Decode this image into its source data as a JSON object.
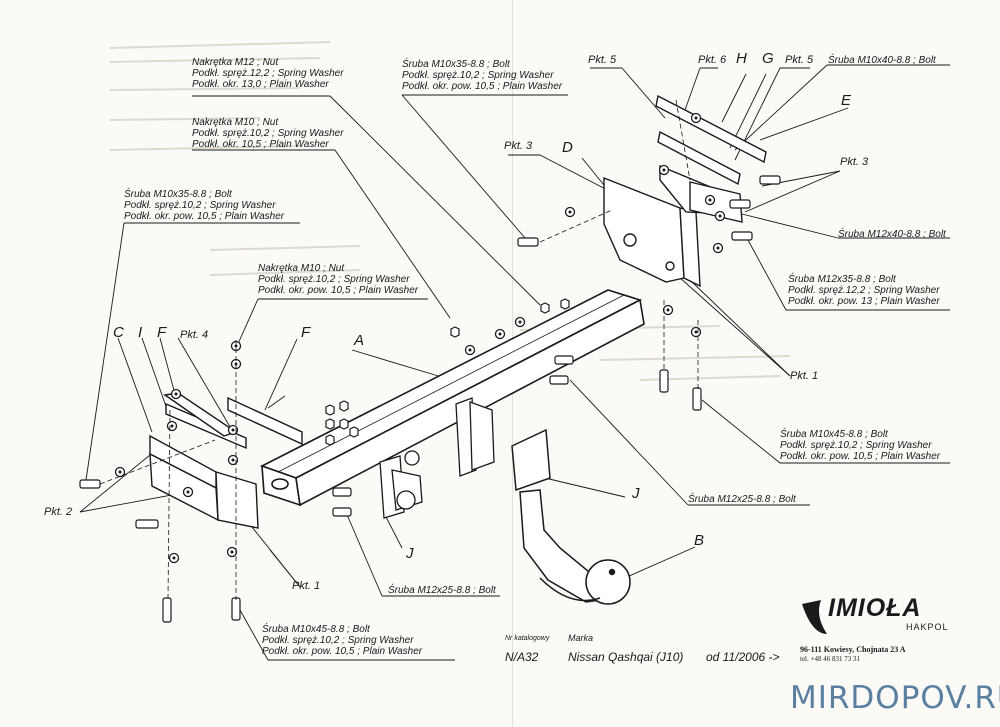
{
  "parts": {
    "A": "A",
    "B": "B",
    "C": "C",
    "D": "D",
    "E": "E",
    "F_left": "F",
    "F_right": "F",
    "G": "G",
    "H": "H",
    "I": "I",
    "J_left": "J",
    "J_right": "J"
  },
  "points": {
    "pkt1_left": "Pkt. 1",
    "pkt1_right": "Pkt. 1",
    "pkt2": "Pkt. 2",
    "pkt3_top": "Pkt. 3",
    "pkt3_right": "Pkt. 3",
    "pkt4": "Pkt. 4",
    "pkt5_left": "Pkt. 5",
    "pkt5_right": "Pkt. 5",
    "pkt6": "Pkt. 6"
  },
  "callouts": {
    "nut_m12": [
      "Nakrętka  M12 ; Nut",
      "Podkł. spręż.12,2 ; Spring Washer",
      "Podkł. okr. 13,0 ; Plain Washer"
    ],
    "nut_m10_top": [
      "Nakrętka  M10 ; Nut",
      "Podkł. spręż.10,2 ; Spring Washer",
      "Podkł. okr. 10,5 ; Plain Washer"
    ],
    "bolt_m10x35_left": [
      "Śruba M10x35-8.8 ;  Bolt",
      "Podkł. spręż.10,2 ; Spring Washer",
      "Podkł. okr. pow. 10,5 ; Plain Washer"
    ],
    "nut_m10_mid": [
      "Nakrętka  M10 ; Nut",
      "Podkł. spręż.10,2 ; Spring Washer",
      "Podkł. okr. pow. 10,5 ; Plain Washer"
    ],
    "bolt_m10x35_top": [
      "Śruba M10x35-8.8 ;  Bolt",
      "Podkł. spręż.10,2 ; Spring Washer",
      "Podkł. okr. pow. 10,5 ; Plain Washer"
    ],
    "bolt_m10x40": [
      "Śruba M10x40-8.8 ;  Bolt"
    ],
    "bolt_m12x40": [
      "Śruba M12x40-8.8 ;  Bolt"
    ],
    "bolt_m12x35": [
      "Śruba M12x35-8.8 ;  Bolt",
      "Podkł. spręż.12,2 ; Spring Washer",
      "Podkł. okr. pow. 13 ; Plain Washer"
    ],
    "bolt_m10x45_right": [
      "Śruba M10x45-8.8 ;  Bolt",
      "Podkł. spręż.10,2 ; Spring Washer",
      "Podkł. okr. pow. 10,5 ; Plain Washer"
    ],
    "bolt_m12x25_right": [
      "Śruba M12x25-8.8 ;  Bolt"
    ],
    "bolt_m12x25_left": [
      "Śruba M12x25-8.8 ;  Bolt"
    ],
    "bolt_m10x45_bottom": [
      "Śruba M10x45-8.8 ;  Bolt",
      "Podkł. spręż.10,2 ; Spring Washer",
      "Podkł. okr. pow. 10,5 ; Plain Washer"
    ]
  },
  "footer": {
    "catalog_label": "Nr katalogowy",
    "brand_label": "Marka",
    "catalog_no": "N/A32",
    "vehicle": "Nissan Qashqai (J10)",
    "date": "od 11/2006 ->"
  },
  "logo": {
    "name": "IMIOŁA",
    "sub": "HAKPOL",
    "address": "96-111 Kowiesy, Chojnata 23 A",
    "tel": "tel. +48 46 831 73 31"
  },
  "watermark": "MIRDOPOV.RU",
  "colors": {
    "ink": "#1a1a1a",
    "paper": "#fbfaf7",
    "watermark": "#5a7fa0"
  }
}
